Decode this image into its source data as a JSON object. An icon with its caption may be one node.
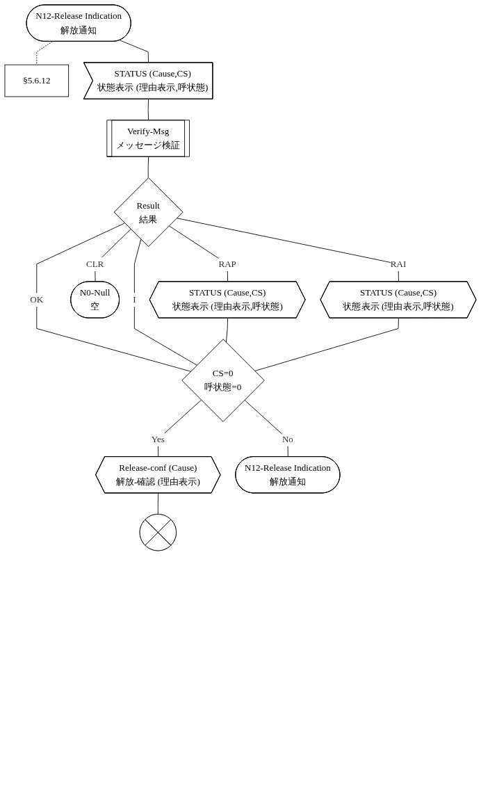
{
  "diagram": {
    "nodes": [
      {
        "text": [
          "N12-Release Indication",
          "解放通知"
        ]
      },
      {
        "text": [
          "§5.6.12"
        ]
      },
      {
        "text": [
          "STATUS (Cause,CS)",
          "状態表示 (理由表示,呼状態)"
        ]
      },
      {
        "text": [
          "Verify-Msg",
          "メッセージ検証"
        ]
      },
      {
        "text": [
          "Result",
          "結果"
        ]
      },
      {
        "text": [
          "STATUS (Cause,CS)",
          "状態表示 (理由表示,呼状態)"
        ]
      },
      {
        "text": [
          "N0-Null",
          "空"
        ]
      },
      {
        "text": [
          "STATUS (Cause,CS)",
          "状態表示 (理由表示,呼状態)"
        ]
      },
      {
        "text": [
          "CS=0",
          "呼状態=0"
        ]
      },
      {
        "text": [
          "Release-conf (Cause)",
          "解放-確認 (理由表示)"
        ]
      },
      {
        "text": [
          "N12-Release Indication",
          "解放通知"
        ]
      },
      {
        "text": [],
        "shape": "cross"
      }
    ],
    "edges": [
      {
        "from": 0,
        "to": 1,
        "arrow": "none",
        "style": "dashed"
      },
      {
        "from": 0,
        "to": 2,
        "arrow": "none"
      },
      {
        "from": 2,
        "to": 3,
        "arrow": "none"
      },
      {
        "from": 3,
        "to": 4,
        "arrow": "none"
      },
      {
        "from": 4,
        "to": 5,
        "arrow": "none",
        "label": "RAP"
      },
      {
        "from": 4,
        "to": 8,
        "arrow": "none",
        "label": "OK"
      },
      {
        "from": 4,
        "to": 6,
        "arrow": "none",
        "label": "CLR"
      },
      {
        "from": 4,
        "to": 8,
        "arrow": "none",
        "label": "I"
      },
      {
        "from": 4,
        "to": 7,
        "arrow": "none",
        "label": "RAI"
      },
      {
        "from": 5,
        "to": 8,
        "arrow": "none"
      },
      {
        "from": 7,
        "to": 8,
        "arrow": "none"
      },
      {
        "from": 8,
        "to": 9,
        "arrow": "none",
        "label": "Yes"
      },
      {
        "from": 8,
        "to": 10,
        "arrow": "none",
        "label": "No"
      },
      {
        "from": 9,
        "to": 11,
        "arrow": "none"
      }
    ]
  }
}
